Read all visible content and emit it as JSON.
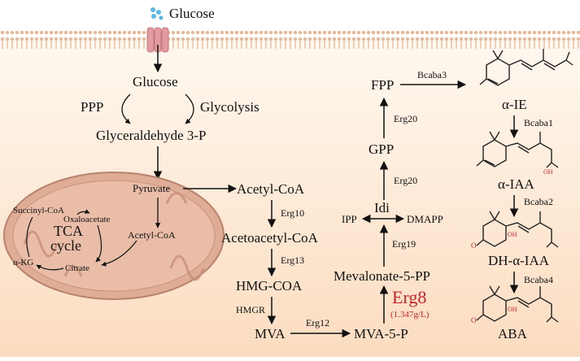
{
  "extracellular": {
    "glucose_label": "Glucose"
  },
  "cytosol": {
    "glucose": "Glucose",
    "ppp": "PPP",
    "glycolysis": "Glycolysis",
    "g3p": "Glyceraldehyde 3-P"
  },
  "mitochondrion": {
    "pyruvate": "Pyruvate",
    "acetyl_coa": "Acetyl-CoA",
    "succinyl_coa": "Succinyl-CoA",
    "oxaloacetate": "Oxaloacetate",
    "tca_line1": "TCA",
    "tca_line2": "cycle",
    "akg": "α-KG",
    "citrate": "Citrate"
  },
  "mva_pathway": {
    "acetyl_coa": "Acetyl-CoA",
    "erg10": "Erg10",
    "acetoacetyl_coa": "Acetoacetyl-CoA",
    "erg13": "Erg13",
    "hmg_coa": "HMG-COA",
    "hmgr": "HMGR",
    "mva": "MVA",
    "erg12": "Erg12",
    "mva5p": "MVA-5-P",
    "erg8": "Erg8",
    "erg8_titer": "(1.347g/L)",
    "mevalonate5pp": "Mevalonate-5-PP",
    "erg19": "Erg19",
    "idi": "Idi",
    "ipp": "IPP",
    "dmapp": "DMAPP",
    "erg20_a": "Erg20",
    "gpp": "GPP",
    "erg20_b": "Erg20",
    "fpp": "FPP"
  },
  "aba_pathway": {
    "bcaba3": "Bcaba3",
    "alpha_ie": "α-IE",
    "bcaba1": "Bcaba1",
    "alpha_iaa": "α-IAA",
    "bcaba2": "Bcaba2",
    "dh_alpha_iaa": "DH-α-IAA",
    "bcaba4": "Bcaba4",
    "aba": "ABA",
    "oh": "OH",
    "o": "O"
  },
  "colors": {
    "highlight": "#c8242b",
    "membrane": "#f3d2b3",
    "transporter": "#e39aa0",
    "mitochondrion": "#d9a28c",
    "glucose_dots": "#5bb8e6"
  }
}
